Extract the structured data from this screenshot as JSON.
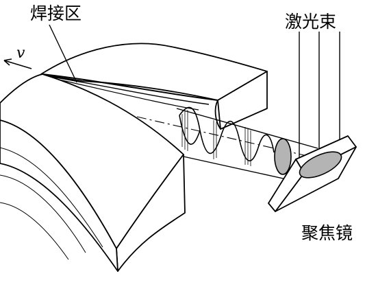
{
  "labels": {
    "weld_zone": "焊接区",
    "laser_beam": "激光束",
    "focusing_mirror": "聚焦镜",
    "velocity": "v"
  },
  "colors": {
    "line": "#000000",
    "background": "#ffffff",
    "lens_fill": "#b4b4b4"
  }
}
